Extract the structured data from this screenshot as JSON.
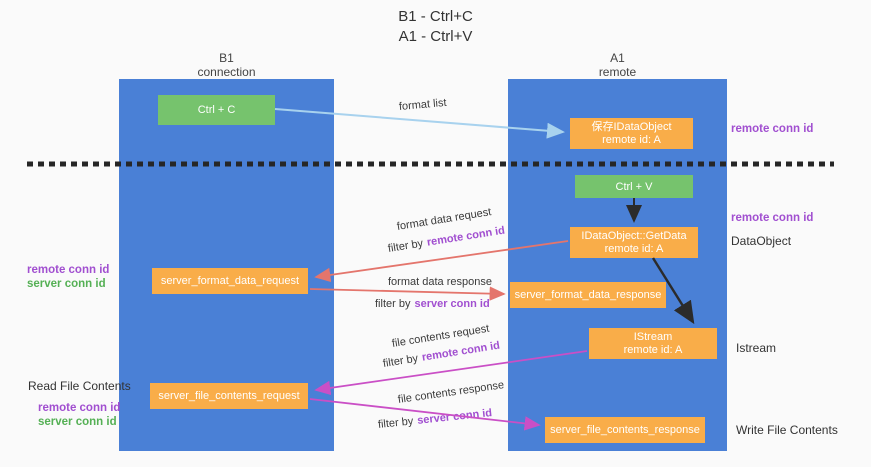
{
  "title": {
    "line1": "B1 - Ctrl+C",
    "line2": "A1 - Ctrl+V"
  },
  "columns": {
    "left": {
      "name": "B1",
      "role": "connection"
    },
    "right": {
      "name": "A1",
      "role": "remote"
    }
  },
  "boxes": {
    "ctrl_c": {
      "label": "Ctrl + C"
    },
    "save_dataobject": {
      "line1": "保存IDataObject",
      "line2": "remote id: A"
    },
    "ctrl_v": {
      "label": "Ctrl + V"
    },
    "getdata": {
      "line1": "IDataObject::GetData",
      "line2": "remote id: A"
    },
    "format_request": {
      "label": "server_format_data_request"
    },
    "format_response": {
      "label": "server_format_data_response"
    },
    "istream": {
      "line1": "IStream",
      "line2": "remote id: A"
    },
    "file_request": {
      "label": "server_file_contents_request"
    },
    "file_response": {
      "label": "server_file_contents_response"
    }
  },
  "side_labels": {
    "right_remote_conn_1": "remote conn id",
    "right_remote_conn_2": "remote conn id",
    "dataobject": "DataObject",
    "istream": "Istream",
    "write_file_contents": "Write File Contents",
    "left_remote_conn_1": "remote conn id",
    "left_server_conn_1": "server conn id",
    "read_file_contents": "Read File Contents",
    "left_remote_conn_2": "remote conn id",
    "left_server_conn_2": "server conn id"
  },
  "flow_labels": {
    "format_list": "format list",
    "format_data_request": "format data request",
    "format_data_request_filter": {
      "prefix": "filter by",
      "key": "remote conn id"
    },
    "format_data_response": "format data response",
    "format_data_response_filter": {
      "prefix": "filter by",
      "key": "server conn id"
    },
    "file_contents_request": "file contents request",
    "file_contents_request_filter": {
      "prefix": "filter by",
      "key": "remote conn id"
    },
    "file_contents_response": "file contents response",
    "file_contents_response_filter": {
      "prefix": "filter by",
      "key": "server conn id"
    }
  },
  "colors": {
    "background": "#fafafa",
    "column_blue": "#4a80d6",
    "box_orange": "#f9ad49",
    "box_green": "#76c36d",
    "conn_id_purple": "#a14fd0",
    "conn_id_green": "#55b055",
    "arrow_red": "#e4756c",
    "arrow_magenta": "#ca4fc6",
    "arrow_light_blue": "#a8d2ee",
    "arrow_black": "#2b2b2b"
  }
}
